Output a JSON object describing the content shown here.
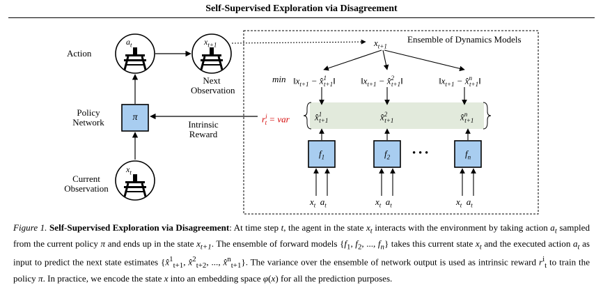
{
  "title": "Self-Supervised Exploration via Disagreement",
  "diagram": {
    "action_label": "Action",
    "next_observation_label": [
      "Next",
      "Observation"
    ],
    "policy_label": [
      "Policy",
      "Network"
    ],
    "current_observation_label": [
      "Current",
      "Observation"
    ],
    "intrinsic_reward_label": [
      "Intrinsic",
      "Reward"
    ],
    "ensemble_label": "Ensemble of Dynamics Models",
    "policy_symbol": "π",
    "reward_formula": "r_t^i = var",
    "min_label": "min",
    "dots": "• • •",
    "action_symbol": "a_t",
    "next_state_symbol": "x_{t+1}",
    "models": [
      {
        "symbol": "f",
        "sub": "1",
        "sup": "1",
        "inputs": [
          "x",
          "a"
        ]
      },
      {
        "symbol": "f",
        "sub": "2",
        "sup": "2",
        "inputs": [
          "x",
          "a"
        ]
      },
      {
        "symbol": "f",
        "sub": "n",
        "sup": "n",
        "inputs": [
          "x",
          "a"
        ]
      }
    ],
    "colors": {
      "box_fill": "#a8cdf0",
      "band_fill": "#e2eadc",
      "reward_red": "#d40000"
    }
  },
  "caption": {
    "figure_label": "Figure 1.",
    "bold_title": "Self-Supervised Exploration via Disagreement",
    "text": ": At time step t, the agent in the state x_t interacts with the environment by taking action a_t sampled from the current policy π and ends up in the state x_{t+1}. The ensemble of forward models {f_1, f_2, ..., f_n} takes this current state x_t and the executed action a_t as input to predict the next state estimates {x̂^1_{t+1}, x̂^2_{t+2}, ..., x̂^n_{t+1}}. The variance over the ensemble of network output is used as intrinsic reward r^i_t to train the policy π. In practice, we encode the state x into an embedding space φ(x) for all the prediction purposes."
  }
}
